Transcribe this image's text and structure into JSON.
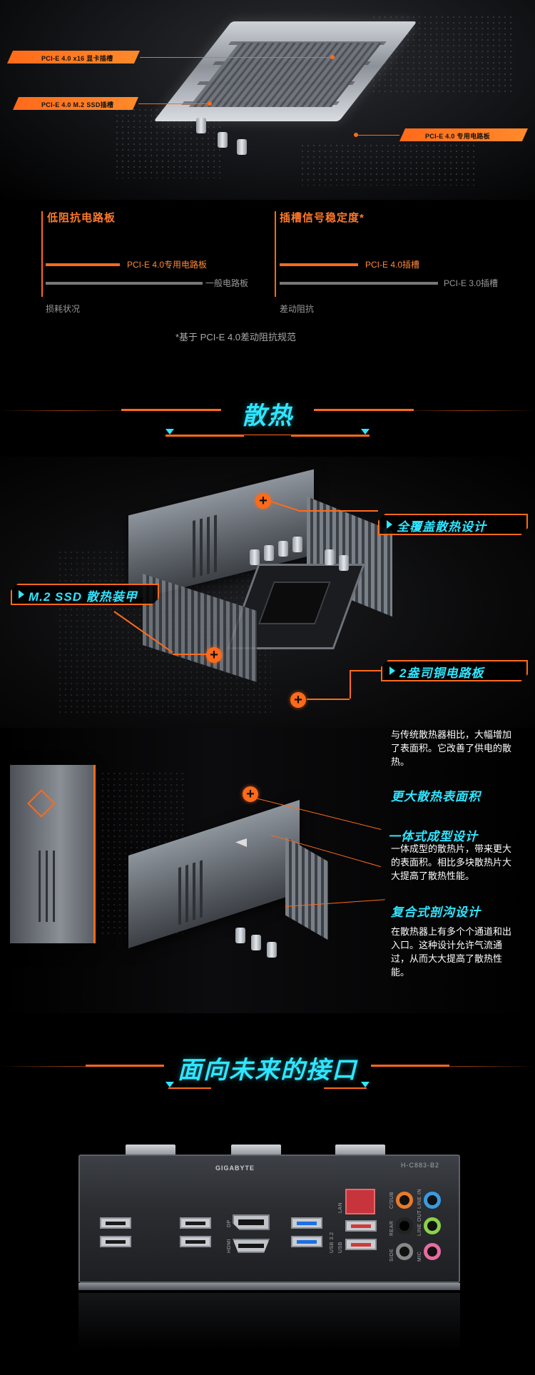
{
  "top_slot": {
    "tags": [
      {
        "label": "PCI-E 4.0 x16 显卡插槽"
      },
      {
        "label": "PCI-E 4.0 M.2 SSD插槽"
      },
      {
        "label": "PCI-E 4.0 专用电路板"
      }
    ]
  },
  "comparison": {
    "left": {
      "title": "低阻抗电路板",
      "primary_label": "PCI-E 4.0专用电路板",
      "secondary_label": "一般电路板",
      "axis_label": "损耗状况"
    },
    "right": {
      "title": "插槽信号稳定度*",
      "primary_label": "PCI-E 4.0插槽",
      "secondary_label": "PCI-E 3.0插槽",
      "axis_label": "差动阻抗"
    },
    "footnote": "*基于 PCI-E 4.0差动阻抗规范"
  },
  "heat_section": {
    "title": "散热",
    "callouts": [
      {
        "label": "全覆盖散热设计"
      },
      {
        "label": "M.2 SSD 散热装甲"
      },
      {
        "label": "2盎司铜电路板"
      }
    ]
  },
  "features": {
    "intro": "与传统散热器相比，大幅增加了表面积。它改善了供电的散热。",
    "items": [
      {
        "title": "更大散热表面积",
        "body": ""
      },
      {
        "title": "一体式成型设计",
        "body": "一体成型的散热片，带来更大的表面积。相比多块散热片大大提高了散热性能。"
      },
      {
        "title": "复合式剖沟设计",
        "body": "在散热器上有多个个通道和出入口。这种设计允许气流通过，从而大大提高了散热性能。"
      }
    ]
  },
  "io_section": {
    "title": "面向未来的接口",
    "brand": "GIGABYTE",
    "model": "H-C883-B2",
    "port_labels": [
      "DP",
      "HDMI",
      "USB 3.2",
      "LAN",
      "USB",
      "C/SUB",
      "REAR",
      "LINE IN",
      "LINE OUT",
      "MIC",
      "SIDE"
    ],
    "colors": {
      "accent": "#ff6a1a",
      "heading": "#2fe6ff",
      "audio_lime": "#8bd14a",
      "audio_pink": "#e76ca0",
      "audio_blue": "#3a9be0",
      "audio_orange": "#ea7a2a",
      "audio_gray": "#888888",
      "audio_black": "#222222"
    }
  }
}
